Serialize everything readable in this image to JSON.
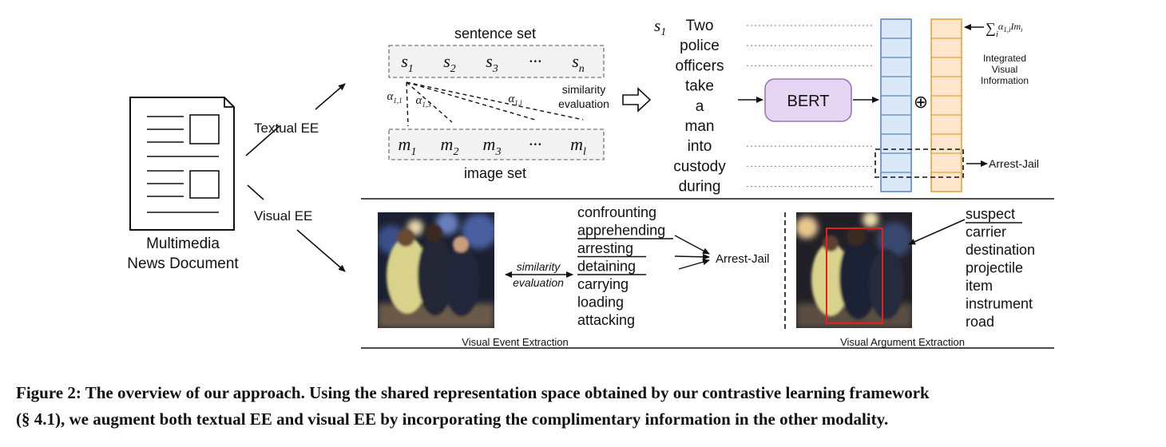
{
  "left": {
    "doc_label": [
      "Multimedia",
      "News Document"
    ],
    "textual_ee": "Textual EE",
    "visual_ee": "Visual EE"
  },
  "top": {
    "sentence_set_title": "sentence set",
    "sentences": [
      {
        "base": "s",
        "sub": "1"
      },
      {
        "base": "s",
        "sub": "2"
      },
      {
        "base": "s",
        "sub": "3"
      },
      {
        "base": "···",
        "sub": ""
      },
      {
        "base": "s",
        "sub": "n"
      }
    ],
    "image_set_title": "image set",
    "images": [
      {
        "base": "m",
        "sub": "1"
      },
      {
        "base": "m",
        "sub": "2"
      },
      {
        "base": "m",
        "sub": "3"
      },
      {
        "base": "···",
        "sub": ""
      },
      {
        "base": "m",
        "sub": "l"
      }
    ],
    "alpha_labels": [
      {
        "base": "α",
        "sub": "1,1"
      },
      {
        "base": "α",
        "sub": "1,3"
      },
      {
        "base": "α",
        "sub": "1,l"
      }
    ],
    "similarity": [
      "similarity",
      "evaluation"
    ],
    "s1_label": {
      "base": "s",
      "sub": "1"
    },
    "words": [
      "Two",
      "police",
      "officers",
      "take",
      "a",
      "man",
      "into",
      "custody",
      "during"
    ],
    "bert": "BERT",
    "sum_label": {
      "prefix": "∑",
      "i": "i",
      "alpha": "α",
      "alpha_sub": "1,i",
      "I": "I",
      "m": "m",
      "m_sub": "i"
    },
    "integrated": [
      "Integrated",
      "Visual",
      "Information"
    ],
    "plus": "⊕",
    "arrest_top": "Arrest-Jail"
  },
  "bottom": {
    "similarity": [
      "similarity",
      "evaluation"
    ],
    "verbs": [
      "confrounting",
      "apprehending",
      "arresting",
      "detaining",
      "carrying",
      "loading",
      "attacking"
    ],
    "arrest": "Arrest-Jail",
    "event_caption": "Visual Event Extraction",
    "roles": [
      "suspect",
      "carrier",
      "destination",
      "projectile",
      "item",
      "instrument",
      "road"
    ],
    "argument_caption": "Visual Argument Extraction"
  },
  "caption": {
    "line1": "Figure 2: The overview of our approach. Using the shared representation space obtained by our contrastive learning framework",
    "line2": "(§ 4.1), we augment both textual EE and visual EE by incorporating the complimentary information in the other modality."
  },
  "colors": {
    "blue_fill": "#dbe8f8",
    "blue_stroke": "#5b86c8",
    "orange_fill": "#fde6cc",
    "orange_stroke": "#e8a33a",
    "bert_fill": "#e6d6f3",
    "bert_stroke": "#9a76b8",
    "bbox": "#e41f1f"
  }
}
